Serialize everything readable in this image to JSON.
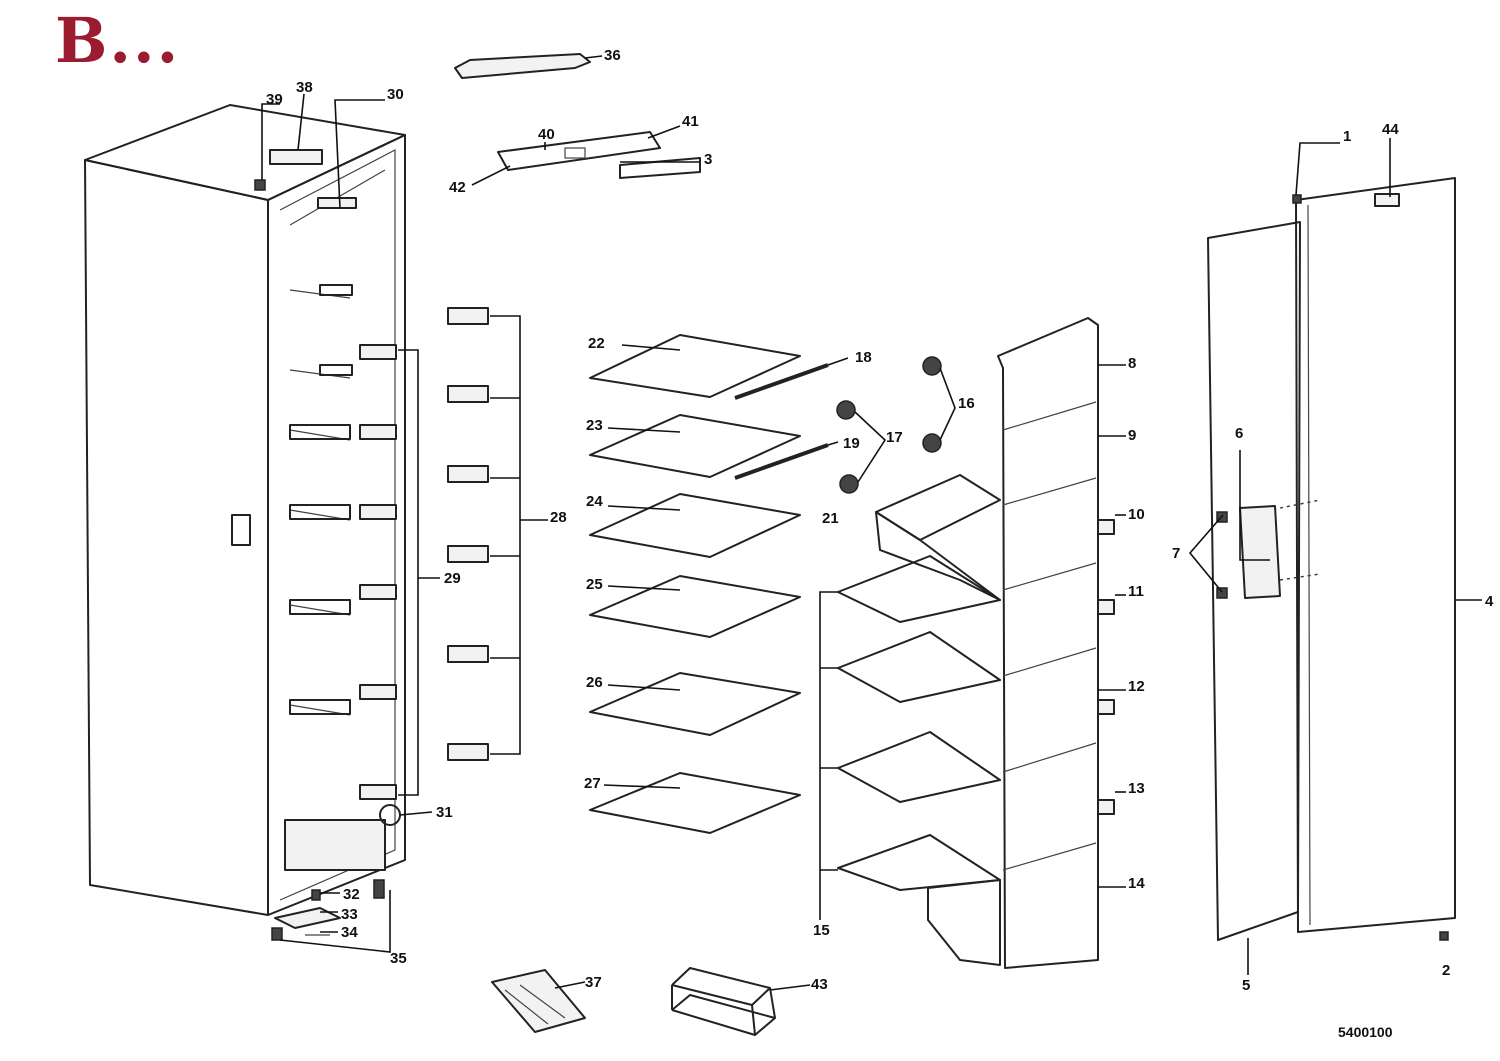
{
  "header": {
    "title": "B...",
    "title_color": "#9b1c31"
  },
  "drawing_code": "5400100",
  "callouts": {
    "c1": "1",
    "c2": "2",
    "c3": "3",
    "c4": "4",
    "c5": "5",
    "c6": "6",
    "c7": "7",
    "c8": "8",
    "c9": "9",
    "c10": "10",
    "c11": "11",
    "c12": "12",
    "c13": "13",
    "c14": "14",
    "c15": "15",
    "c16": "16",
    "c17": "17",
    "c18": "18",
    "c19": "19",
    "c21": "21",
    "c22": "22",
    "c23": "23",
    "c24": "24",
    "c25": "25",
    "c26": "26",
    "c27": "27",
    "c28": "28",
    "c29": "29",
    "c30": "30",
    "c31": "31",
    "c32": "32",
    "c33": "33",
    "c34": "34",
    "c35": "35",
    "c36": "36",
    "c37": "37",
    "c38": "38",
    "c39": "39",
    "c40": "40",
    "c41": "41",
    "c42": "42",
    "c43": "43",
    "c44": "44"
  },
  "parts_list_by_callout": {
    "cabinet_group": [
      "29",
      "30",
      "31",
      "32",
      "33",
      "34",
      "35",
      "38",
      "39"
    ],
    "control_panel_group": [
      "3",
      "36",
      "40",
      "41",
      "42"
    ],
    "shelf_supports": [
      "28"
    ],
    "glass_shelves": [
      "22",
      "23",
      "24",
      "25",
      "26",
      "27"
    ],
    "shelf_trims": [
      "18",
      "19"
    ],
    "feet_and_caps": [
      "16",
      "17",
      "21"
    ],
    "drawers": [
      "8",
      "9",
      "10",
      "11",
      "12",
      "13",
      "14",
      "15"
    ],
    "door_group": [
      "1",
      "2",
      "4",
      "5",
      "6",
      "7",
      "44"
    ],
    "accessories": [
      "37",
      "43"
    ]
  }
}
